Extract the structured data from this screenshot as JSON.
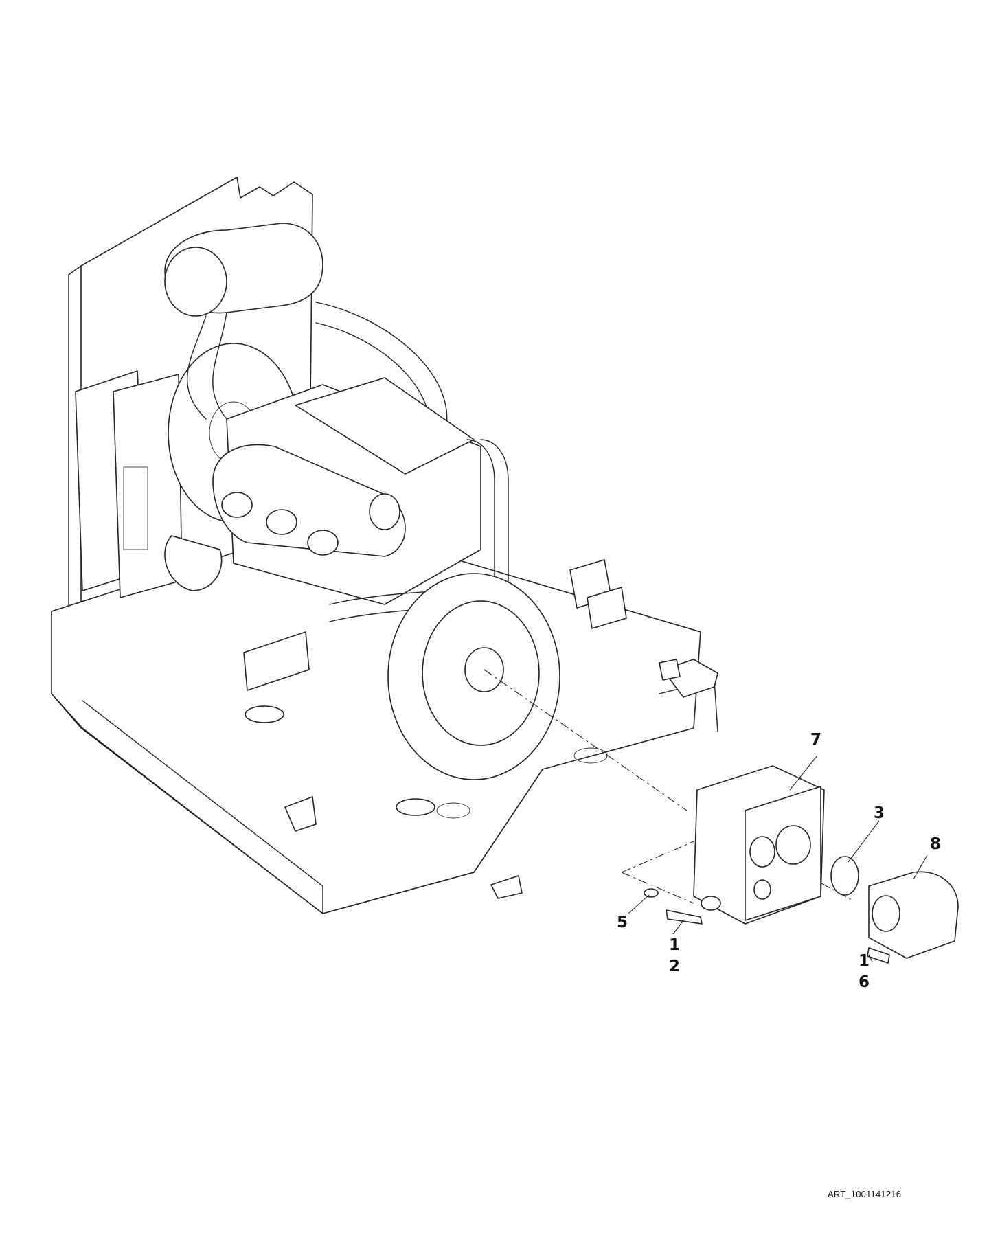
{
  "drawing": {
    "art_number": "ART_1001141216",
    "callouts": [
      {
        "id": "7",
        "text": "7"
      },
      {
        "id": "3",
        "text": "3"
      },
      {
        "id": "8",
        "text": "8"
      },
      {
        "id": "5",
        "text": "5"
      },
      {
        "id": "1a",
        "text": "1"
      },
      {
        "id": "2",
        "text": "2"
      },
      {
        "id": "1b",
        "text": "1"
      },
      {
        "id": "6",
        "text": "6"
      }
    ]
  },
  "colors": {
    "line": "#222222",
    "background": "#ffffff"
  }
}
